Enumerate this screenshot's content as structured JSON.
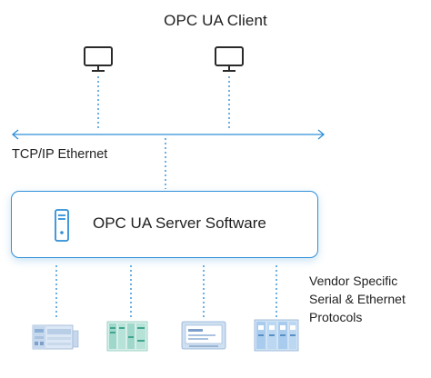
{
  "diagram": {
    "client_label": "OPC UA Client",
    "network_label": "TCP/IP Ethernet",
    "server_label": "OPC UA Server Software",
    "vendor_lines": [
      "Vendor Specific",
      "Serial & Ethernet",
      "Protocols"
    ],
    "accent_color": "#2f8fd8",
    "icons": [
      "monitor-icon",
      "monitor-icon",
      "server-tower-icon",
      "plc-device-icon",
      "io-module-icon",
      "hmi-panel-icon",
      "drive-rack-icon"
    ]
  }
}
